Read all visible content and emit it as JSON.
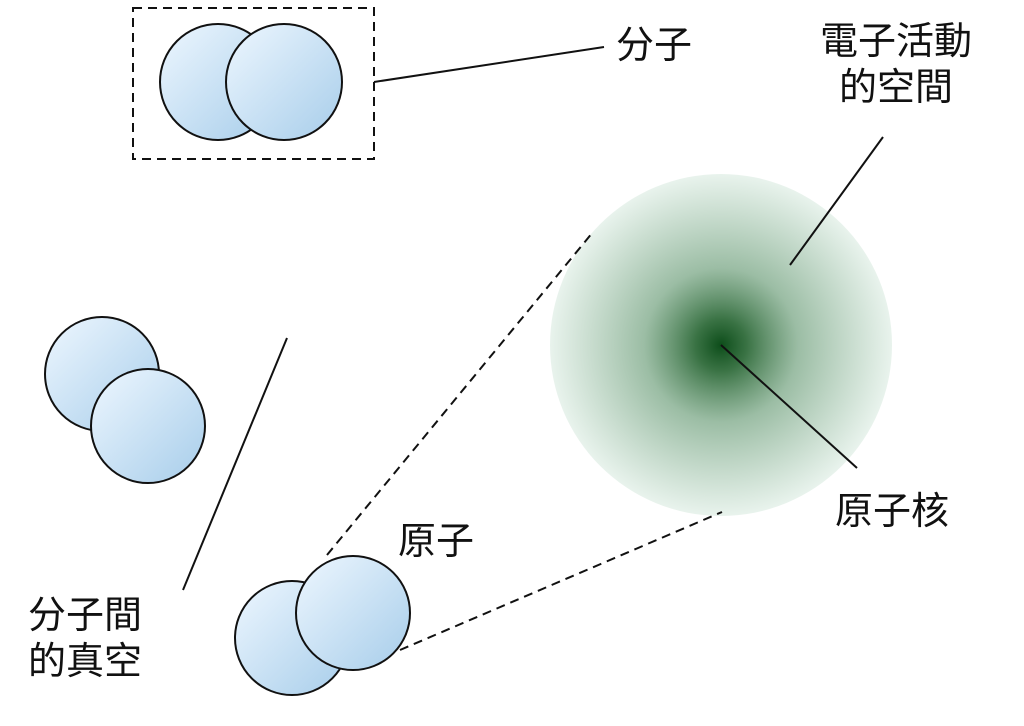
{
  "labels": {
    "molecule": "分子",
    "electron_space_line1": "電子活動",
    "electron_space_line2": "的空間",
    "atom": "原子",
    "nucleus": "原子核",
    "vacuum_line1": "分子間",
    "vacuum_line2": "的真空"
  },
  "colors": {
    "sphere_light": "#eef7ff",
    "sphere_dark": "#a7cdea",
    "sphere_stroke": "#111111",
    "nucleus_core": "#0d4d1a",
    "cloud_edge": "#dfeee5",
    "line": "#111111",
    "background": "#ffffff"
  }
}
